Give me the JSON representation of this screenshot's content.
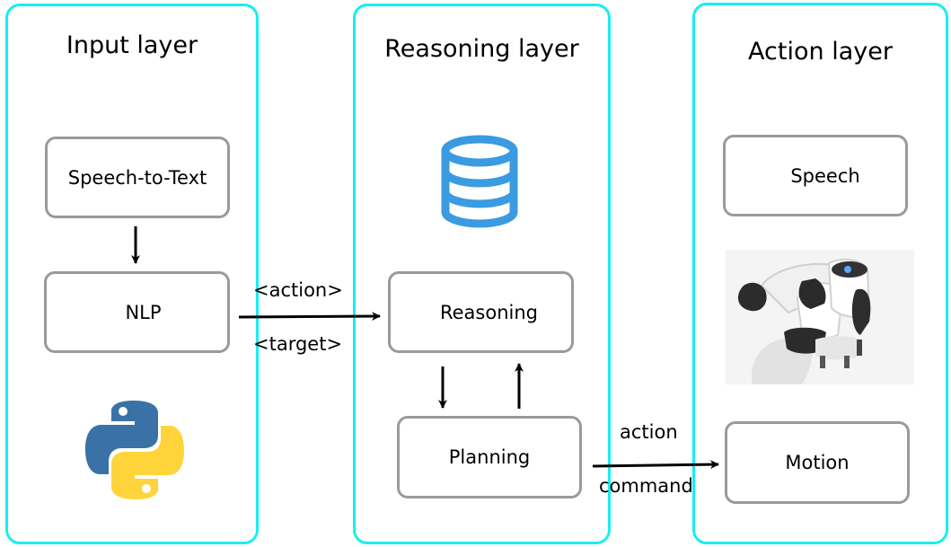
{
  "layers": [
    {
      "title": "Input layer"
    },
    {
      "title": "Reasoning layer"
    },
    {
      "title": "Action layer"
    }
  ],
  "boxes": {
    "speech_to_text": "Speech-to-Text",
    "nlp": "NLP",
    "reasoning": "Reasoning",
    "planning": "Planning",
    "speech": "Speech",
    "motion": "Motion"
  },
  "edge_labels": {
    "action_tag": "<action>",
    "target_tag": "<target>",
    "action": "action",
    "command": "command"
  },
  "icons": [
    "python-logo-icon",
    "database-icon",
    "robot-arm-image"
  ],
  "colors": {
    "layer_border": "#19eeee",
    "box_border": "#9a9a9a",
    "database": "#3a9be0",
    "python_blue": "#3a72a8",
    "python_yellow": "#ffd43b"
  }
}
